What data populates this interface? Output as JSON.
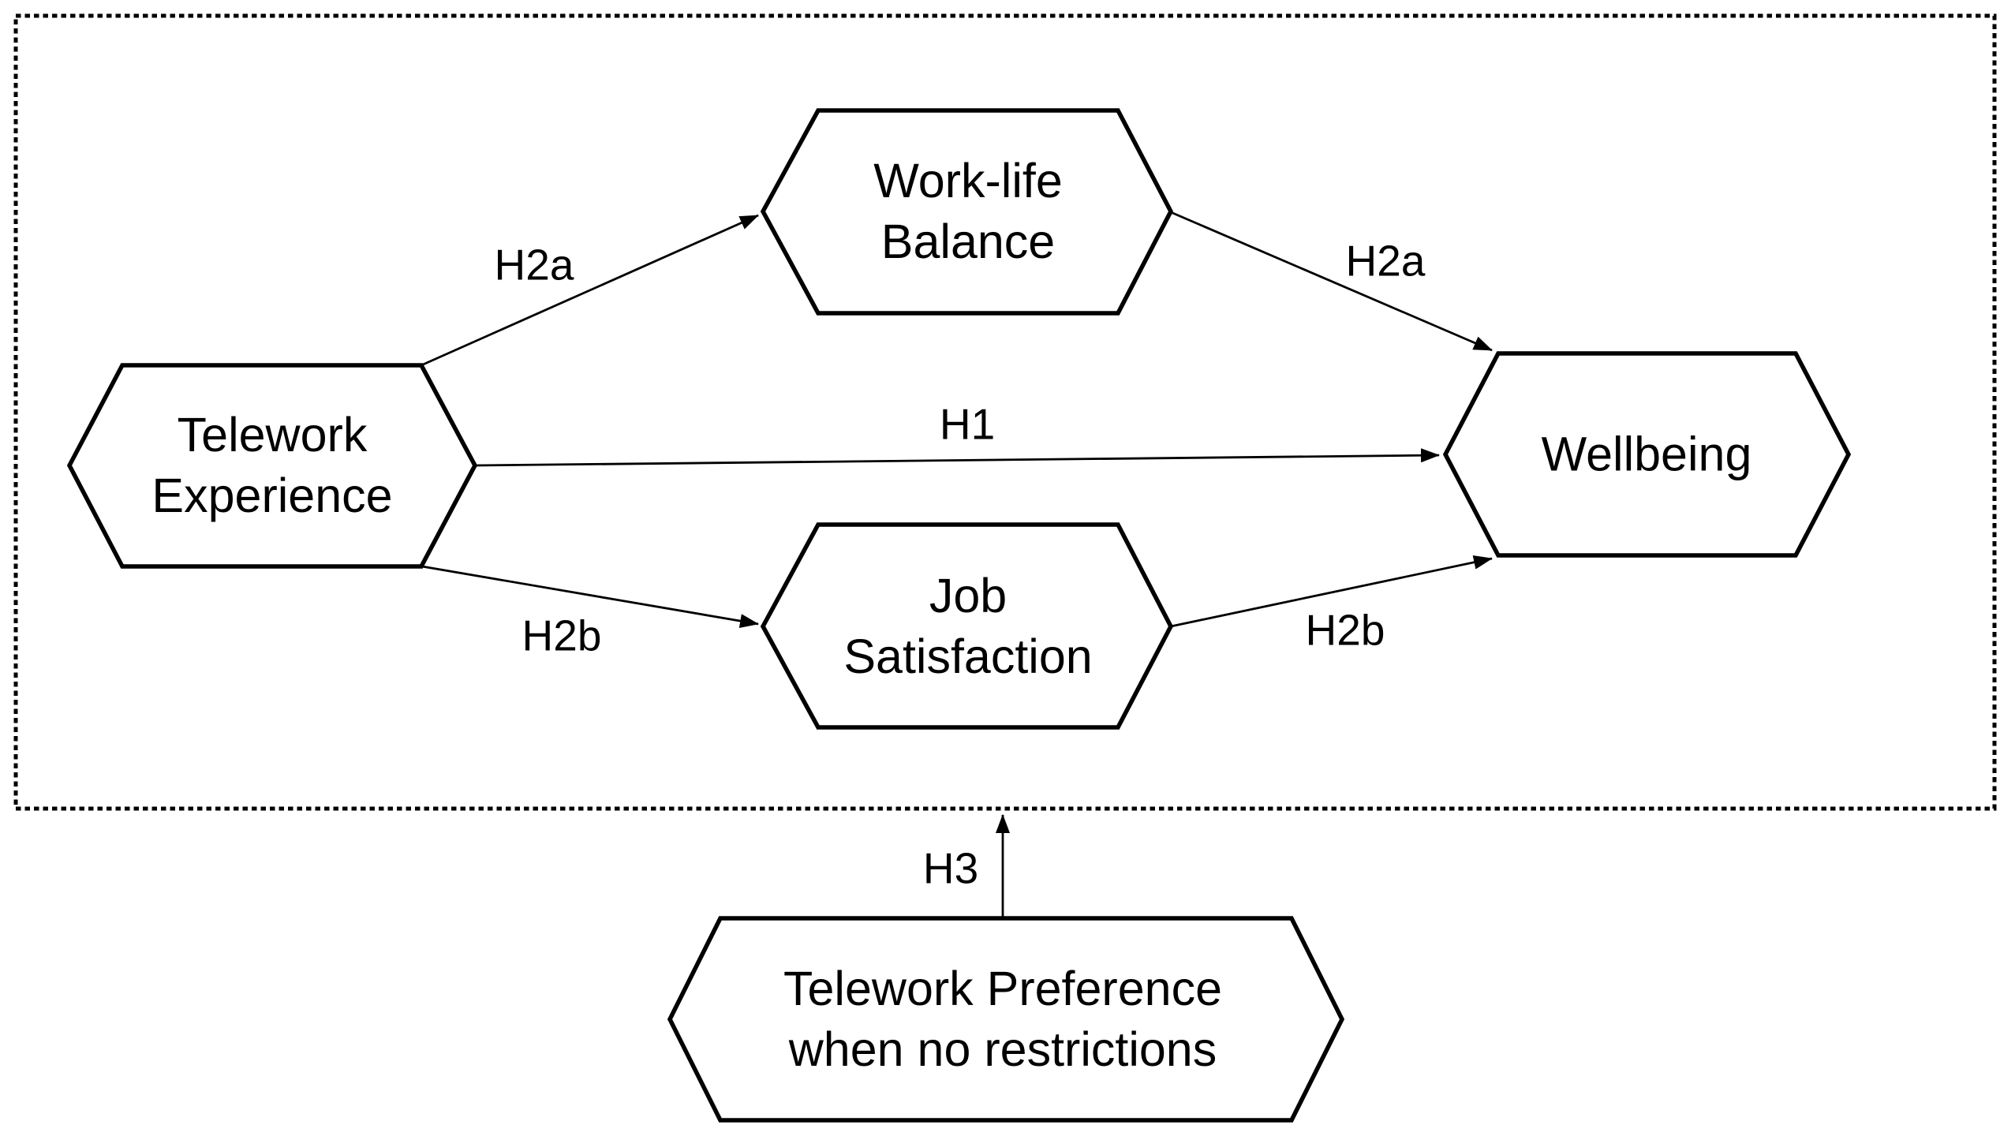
{
  "diagram": {
    "background_color": "#ffffff",
    "stroke_color": "#000000",
    "boundary_box": {
      "style": "dotted",
      "description": "dotted rectangle enclosing the mediation model"
    },
    "nodes": {
      "telework_experience": {
        "lines": [
          "Telework",
          "Experience"
        ]
      },
      "work_life_balance": {
        "lines": [
          "Work-life",
          "Balance"
        ]
      },
      "job_satisfaction": {
        "lines": [
          "Job",
          "Satisfaction"
        ]
      },
      "wellbeing": {
        "lines": [
          "Wellbeing"
        ]
      },
      "telework_preference": {
        "lines": [
          "Telework Preference",
          "when no restrictions"
        ]
      }
    },
    "edges": [
      {
        "label": "H2a",
        "from": "Telework Experience",
        "to": "Work-life Balance"
      },
      {
        "label": "H2a",
        "from": "Work-life Balance",
        "to": "Wellbeing"
      },
      {
        "label": "H1",
        "from": "Telework Experience",
        "to": "Wellbeing"
      },
      {
        "label": "H2b",
        "from": "Telework Experience",
        "to": "Job Satisfaction"
      },
      {
        "label": "H2b",
        "from": "Job Satisfaction",
        "to": "Wellbeing"
      },
      {
        "label": "H3",
        "from": "Telework Preference when no restrictions",
        "to": "model boundary"
      }
    ]
  }
}
